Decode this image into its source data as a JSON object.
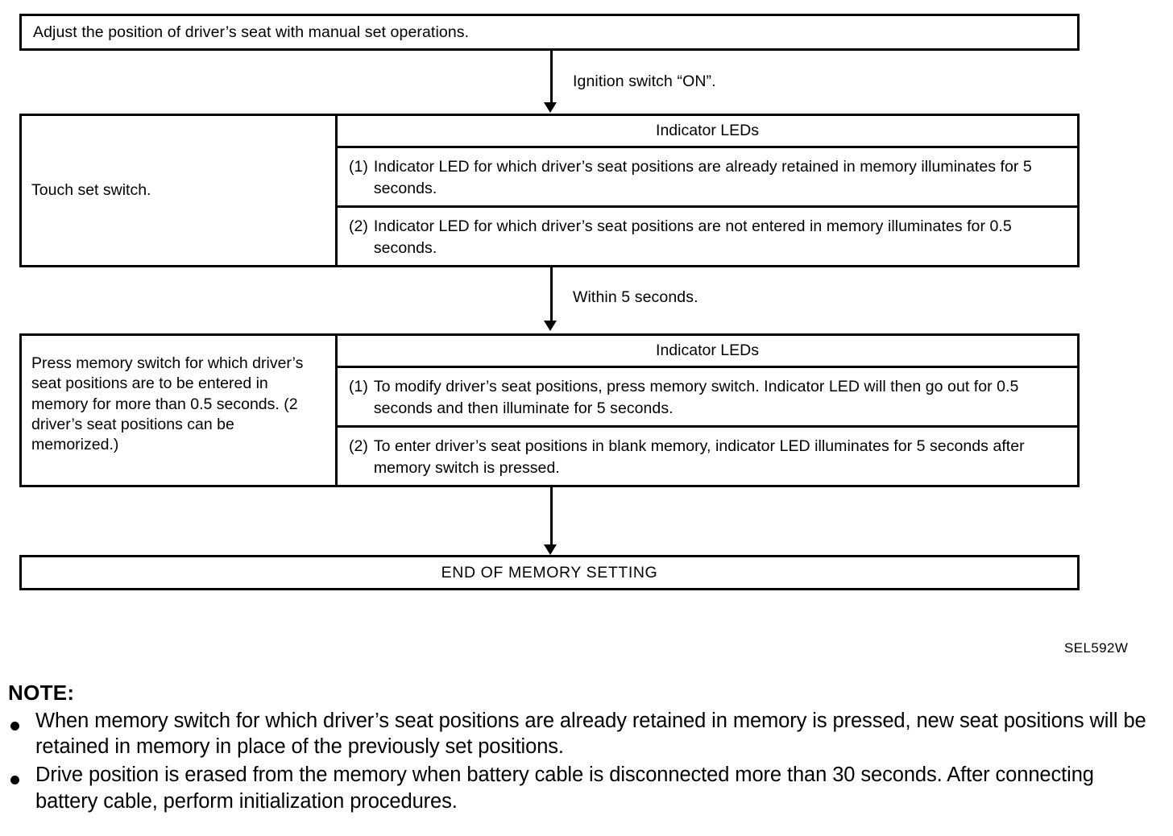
{
  "figure": {
    "id_label": "SEL592W"
  },
  "flow": {
    "step1": {
      "text": "Adjust the position of driver’s seat with manual set operations."
    },
    "connector1": {
      "label": "Ignition switch “ON”."
    },
    "step2": {
      "left": "Touch set switch.",
      "right_header": "Indicator LEDs",
      "rows": [
        {
          "marker": "(1)",
          "text": "Indicator LED for which driver’s seat positions are already retained in memory illuminates for 5 seconds."
        },
        {
          "marker": "(2)",
          "text": "Indicator LED for which driver’s seat positions are not entered in memory illuminates for 0.5 seconds."
        }
      ]
    },
    "connector2": {
      "label": "Within 5 seconds."
    },
    "step3": {
      "left": "Press memory switch for which driver’s seat positions are to be entered in memory for more than 0.5 seconds. (2 driver’s seat positions can be memorized.)",
      "right_header": "Indicator LEDs",
      "rows": [
        {
          "marker": "(1)",
          "text": "To modify driver’s seat positions, press memory switch. Indicator LED will then go out for 0.5 seconds and then illuminate for 5 seconds."
        },
        {
          "marker": "(2)",
          "text": "To enter driver’s seat positions in blank memory, indicator LED illuminates for 5 seconds after memory switch is pressed."
        }
      ]
    },
    "step4": {
      "text": "END OF MEMORY SETTING"
    }
  },
  "note": {
    "title": "NOTE:",
    "items": [
      "When memory switch for which driver’s seat positions are already retained in memory is pressed, new seat positions will be retained in memory in place of the previously set positions.",
      "Drive position is erased from the memory when battery cable is disconnected more than 30 seconds. After connecting battery cable, perform initialization procedures."
    ]
  }
}
